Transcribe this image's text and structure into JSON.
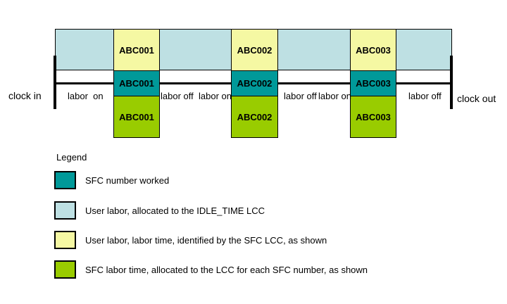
{
  "diagram": {
    "clock_in_label": "clock in",
    "clock_out_label": "clock out",
    "columns": [
      {
        "sfc": "ABC001"
      },
      {
        "sfc": "ABC002"
      },
      {
        "sfc": "ABC003"
      }
    ],
    "labor_labels": [
      {
        "text": "labor  on"
      },
      {
        "text": "labor off"
      },
      {
        "text": "labor on"
      },
      {
        "text": "labor off"
      },
      {
        "text": "labor on"
      },
      {
        "text": "labor off"
      }
    ],
    "colors": {
      "sfc_worked_teal": "#009999",
      "idle_time_blue": "#BEE0E3",
      "labor_time_yellow": "#F5F8A3",
      "sfc_labor_green": "#99CC00",
      "outline": "#000000"
    }
  },
  "legend": {
    "title": "Legend",
    "items": [
      {
        "swatch": "teal",
        "text": "SFC number worked"
      },
      {
        "swatch": "blue",
        "text": "User labor, allocated to the IDLE_TIME LCC"
      },
      {
        "swatch": "yellow",
        "text": "User labor, labor time, identified by the SFC LCC, as shown"
      },
      {
        "swatch": "green",
        "text": "SFC labor time, allocated to the LCC for each SFC number, as shown"
      }
    ]
  }
}
